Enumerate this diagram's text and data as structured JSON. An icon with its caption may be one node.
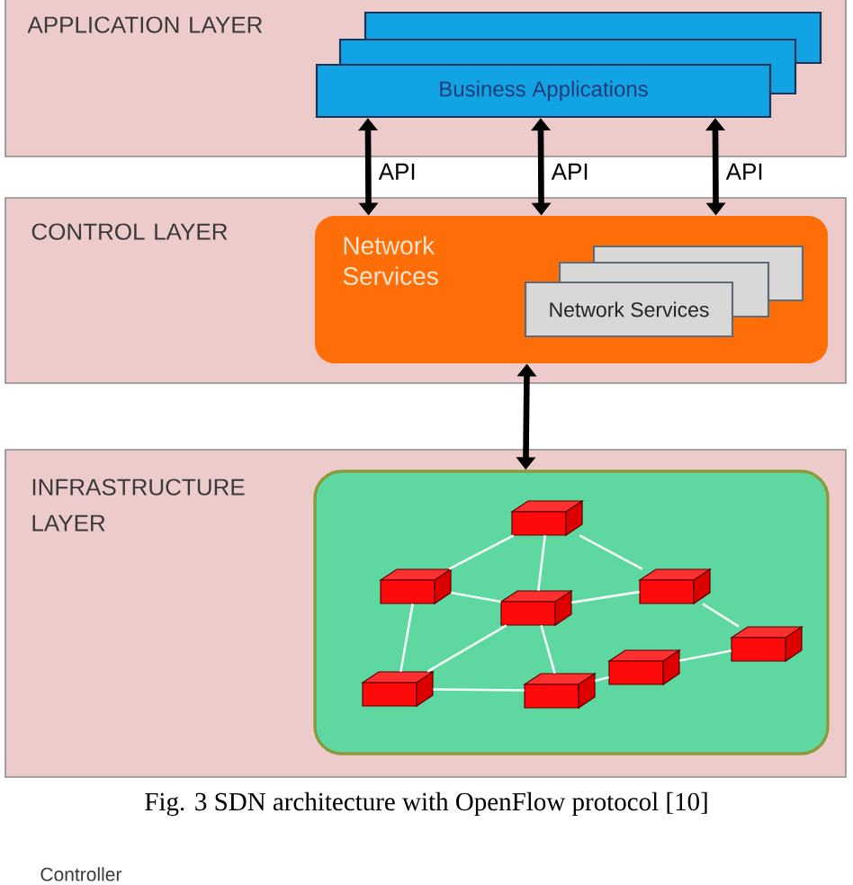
{
  "diagram": {
    "caption": "Fig. 3 SDN architecture with OpenFlow protocol [10]",
    "nodes": [
      {
        "text": [
          "APPLICATION LAYER"
        ]
      },
      {
        "text": [],
        "shape": "box",
        "in": 0
      },
      {
        "text": [],
        "shape": "box",
        "in": 0
      },
      {
        "text": [
          "Business Applications"
        ],
        "in": 0
      },
      {
        "text": [
          "CONTROL LAYER"
        ]
      },
      {
        "text": [
          "Network Services"
        ],
        "in": 4
      },
      {
        "text": [],
        "shape": "box",
        "in": 5
      },
      {
        "text": [],
        "shape": "box",
        "in": 5
      },
      {
        "text": [
          "Network Services"
        ],
        "in": 5
      },
      {
        "text": [
          "INFRASTRUCTURE LAYER"
        ]
      },
      {
        "text": [],
        "shape": "box",
        "in": 9
      },
      {
        "text": [],
        "shape": "box",
        "in": 10
      },
      {
        "text": [],
        "shape": "box",
        "in": 10
      },
      {
        "text": [],
        "shape": "box",
        "in": 10
      },
      {
        "text": [],
        "shape": "box",
        "in": 10
      },
      {
        "text": [],
        "shape": "box",
        "in": 10
      },
      {
        "text": [],
        "shape": "box",
        "in": 10
      },
      {
        "text": [],
        "shape": "box",
        "in": 10
      },
      {
        "text": [],
        "shape": "box",
        "in": 10
      }
    ],
    "edges": [
      {
        "from": 3,
        "to": 5,
        "arrow": "both",
        "label": "API",
        "style": "thick",
        "color": "#000000"
      },
      {
        "from": 3,
        "to": 5,
        "arrow": "both",
        "label": "API",
        "style": "thick",
        "color": "#000000"
      },
      {
        "from": 3,
        "to": 5,
        "arrow": "both",
        "label": "API",
        "style": "thick",
        "color": "#000000"
      },
      {
        "from": 5,
        "to": 10,
        "arrow": "both",
        "style": "thick",
        "color": "#000000"
      },
      {
        "from": 11,
        "to": 12,
        "arrow": "none"
      },
      {
        "from": 11,
        "to": 14,
        "arrow": "none"
      },
      {
        "from": 11,
        "to": 13,
        "arrow": "none"
      },
      {
        "from": 12,
        "to": 14,
        "arrow": "none"
      },
      {
        "from": 12,
        "to": 17,
        "arrow": "none"
      },
      {
        "from": 14,
        "to": 13,
        "arrow": "none"
      },
      {
        "from": 14,
        "to": 17,
        "arrow": "none"
      },
      {
        "from": 14,
        "to": 18,
        "arrow": "none"
      },
      {
        "from": 13,
        "to": 15,
        "arrow": "none"
      },
      {
        "from": 15,
        "to": 16,
        "arrow": "none"
      },
      {
        "from": 16,
        "to": 18,
        "arrow": "none"
      },
      {
        "from": 17,
        "to": 18,
        "arrow": "none"
      }
    ],
    "labels": [
      "Controller"
    ]
  }
}
